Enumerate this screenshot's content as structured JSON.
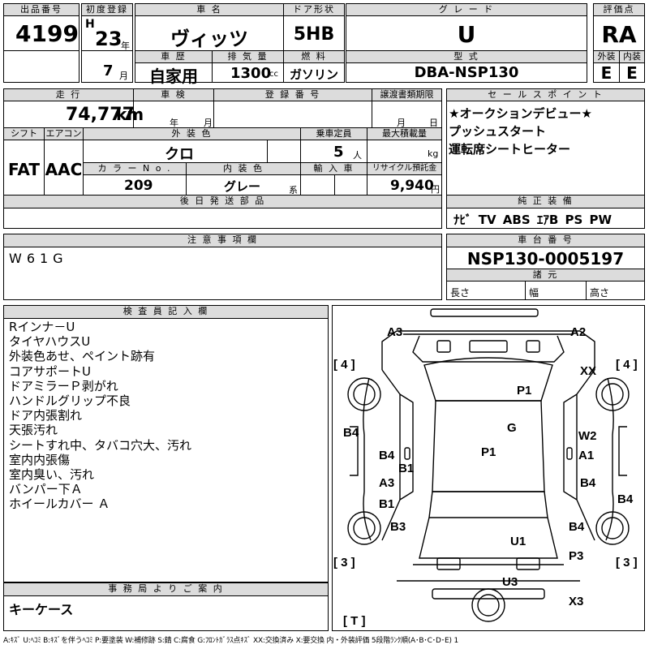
{
  "header": {
    "lot_label": "出品番号",
    "lot_no": "4199",
    "first_reg_label": "初度登録",
    "era": "H",
    "year": "23",
    "year_unit": "年",
    "month": "7",
    "month_unit": "月",
    "name_label": "車 名",
    "name": "ヴィッツ",
    "door_label": "ドア形状",
    "door": "5HB",
    "grade_label": "グ レ ー ド",
    "grade": "U",
    "score_label": "評価点",
    "score": "RA",
    "history_label": "車 歴",
    "history": "自家用",
    "disp_label": "排 気 量",
    "disp": "1300",
    "disp_unit": "cc",
    "fuel_label": "燃 料",
    "fuel": "ガソリン",
    "model_label": "型 式",
    "model": "DBA-NSP130",
    "ext_label": "外装",
    "ext": "E",
    "int_label": "内装",
    "int": "E"
  },
  "row2": {
    "mileage_label": "走 行",
    "mileage": "74,777",
    "mileage_unit": "km",
    "inspection_label": "車 検",
    "insp_year": "年",
    "insp_month": "月",
    "regno_label": "登 録 番 号",
    "deadline_label": "譲渡書類期限",
    "dl_month": "月",
    "dl_day": "日",
    "shift_label": "シフト",
    "shift": "FAT",
    "ac_label": "エアコン",
    "ac": "AAC",
    "color_label": "外 装 色",
    "color": "クロ",
    "seats_label": "乗車定員",
    "seats": "5",
    "seats_unit": "人",
    "load_label": "最大積載量",
    "load_unit": "kg",
    "colorno_label": "カ ラ ー N o .",
    "colorno": "209",
    "intcolor_label": "内 装 色",
    "intcolor": "グレー",
    "intcolor_unit": "系",
    "import_label": "輸 入 車",
    "recycle_label": "リサイクル預託金",
    "recycle": "9,940",
    "recycle_unit": "円",
    "later_label": "後 日 発 送 部 品"
  },
  "sales": {
    "label": "セ ー ル ス ポ イ ン ト",
    "points": [
      "★オークションデビュー★",
      "プッシュスタート",
      "運転席シートヒーター"
    ],
    "equip_label": "純 正 装 備",
    "equip": "ﾅﾋﾞ TV ABS ｴｱB PS PW"
  },
  "notes": {
    "label": "注 意 事 項 欄",
    "text": "W61G"
  },
  "chassis": {
    "label": "車 台 番 号",
    "number": "NSP130-0005197",
    "spec_label": "諸 元",
    "length": "長さ",
    "width": "幅",
    "height": "高さ"
  },
  "inspector": {
    "label": "検 査 員 記 入 欄",
    "lines": [
      "Rインナ－U",
      "タイヤハウスU",
      "外装色あせ、ペイント跡有",
      "コアサポートU",
      "ドアミラーＰ剥がれ",
      "ハンドルグリップ不良",
      "ドア内張割れ",
      "天張汚れ",
      "シートすれ中、タバコ穴大、汚れ",
      "室内内張傷",
      "室内臭い、汚れ",
      "バンパー下Ａ",
      "ホイールカバー Ａ"
    ]
  },
  "office": {
    "label": "事 務 局 よ り ご 案 内",
    "text": "キーケース"
  },
  "diagram": {
    "marks": [
      "A3",
      "A2",
      "XX",
      "P1",
      "G",
      "W2",
      "A1",
      "B4",
      "P1",
      "B1",
      "A3",
      "B1",
      "B4",
      "B4",
      "B4",
      "B3",
      "U1",
      "B4",
      "P3",
      "U3",
      "X3"
    ],
    "tires": [
      "[ 4 ]",
      "[ 4 ]",
      "[ 3 ]",
      "[ 3 ]",
      "[ T ]"
    ]
  },
  "legend": "A:ｷｽﾞ U:ﾍｺﾐ B:ｷｽﾞを伴うﾍｺﾐ P:要塗装 W:補修跡 S:錆 C:腐食 G:ﾌﾛﾝﾄｶﾞﾗｽ点ｷｽﾞ XX:交換済み X:要交換 内・外装評価 5段階ﾗﾝｸ順(A･B･C･D･E) 1"
}
